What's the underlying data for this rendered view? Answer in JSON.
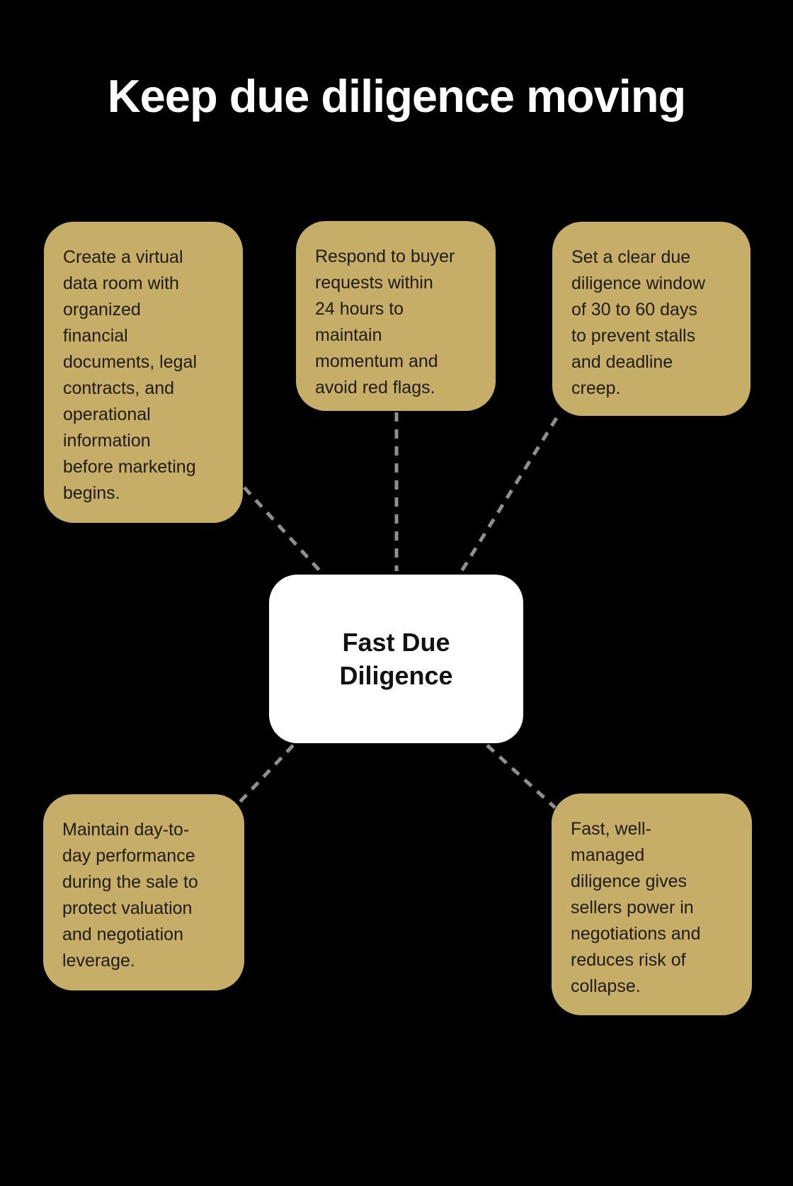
{
  "title": "Keep due diligence moving",
  "center": {
    "label": "Fast Due\nDiligence"
  },
  "nodes": [
    {
      "id": "top-left",
      "text": "Create a virtual\ndata room with\norganized\nfinancial\ndocuments, legal\ncontracts, and\noperational\ninformation\nbefore marketing\nbegins."
    },
    {
      "id": "top-middle",
      "text": "Respond to buyer\nrequests within\n24 hours to\nmaintain\nmomentum and\navoid red flags."
    },
    {
      "id": "top-right",
      "text": "Set a clear due\ndiligence window\nof 30 to 60 days\nto prevent stalls\nand deadline\ncreep."
    },
    {
      "id": "bottom-left",
      "text": "Maintain day-to-\nday performance\nduring the sale to\nprotect valuation\nand negotiation\nleverage."
    },
    {
      "id": "bottom-right",
      "text": "Fast, well-\nmanaged\ndiligence gives\nsellers power in\nnegotiations and\nreduces risk of\ncollapse."
    }
  ],
  "colors": {
    "background": "#000000",
    "node_fill": "#c6ae69",
    "node_text": "#201b10",
    "center_fill": "#ffffff",
    "center_text": "#121212",
    "connector": "#8f8f8f",
    "title": "#ffffff"
  }
}
